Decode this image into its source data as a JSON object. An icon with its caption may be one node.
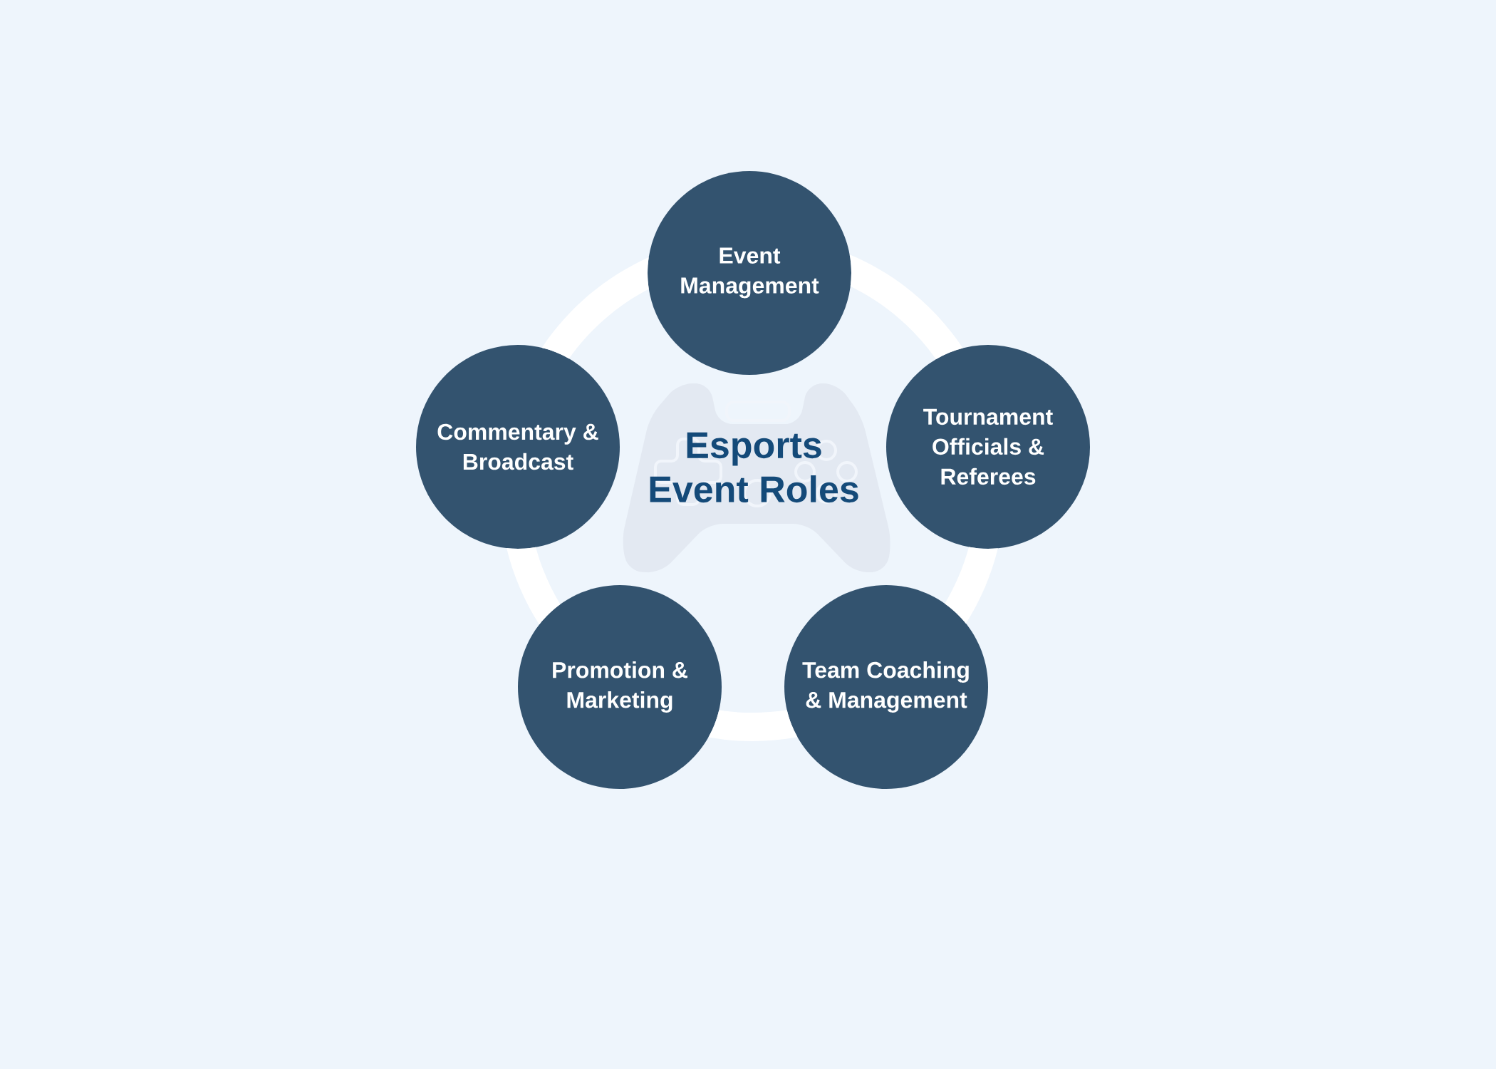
{
  "diagram": {
    "title": "Esports Event Roles",
    "nodes": [
      {
        "text": [
          "Event Management"
        ]
      },
      {
        "text": [
          "Commentary & Broadcast"
        ]
      },
      {
        "text": [
          "Tournament Officials & Referees"
        ]
      },
      {
        "text": [
          "Promotion & Marketing"
        ]
      },
      {
        "text": [
          "Team Coaching & Management"
        ]
      }
    ],
    "edges": [
      {
        "from": 0,
        "to": 2,
        "arrow": "none"
      },
      {
        "from": 2,
        "to": 4,
        "arrow": "none"
      },
      {
        "from": 4,
        "to": 3,
        "arrow": "none"
      },
      {
        "from": 3,
        "to": 1,
        "arrow": "none"
      },
      {
        "from": 1,
        "to": 0,
        "arrow": "none"
      }
    ]
  }
}
